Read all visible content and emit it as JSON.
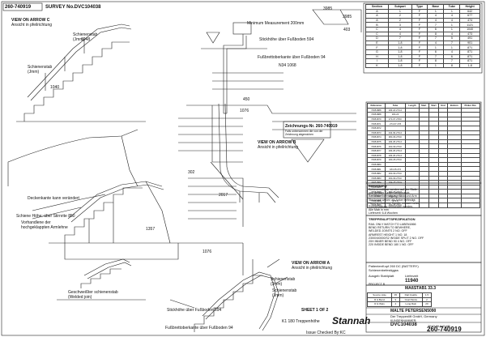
{
  "header": {
    "doc_number": "260-740919",
    "survey": "SURVEY No.DVC104038",
    "dim_a": "3985",
    "dim_b": "3985",
    "dim_c": "403"
  },
  "views": {
    "arrow_c": [
      "VIEW ON ARROW C",
      "Ansicht in pfeilrichtung"
    ],
    "arrow_b": [
      "VIEW ON ARROW B",
      "Ansicht in pfeilrichtung"
    ],
    "arrow_a": [
      "VIEW ON ARROW A",
      "Ansicht in pfeilrichtung"
    ]
  },
  "labels": {
    "min_measure": "Minimum Measurement 200mm",
    "stickhohe": "Stickhöhe über Fußboden 594",
    "fussbrett": "Fußbrettoberkante über Fußboden 94",
    "n34": "N34 1068",
    "schienenstab_1": "Schienenstab (Jmm)",
    "schienenstab_2": "Schienenstab (Jmm)",
    "dachsenkant": "Deckenkante kann verändert",
    "schiene_hohe": "Schiene Höhe: über Stirnrite 850",
    "vorhandlene": "Vorhandlene der hochgeklappten Armlehne",
    "geschweisst": "Geschweißter schienenstab (Welded join)",
    "schienenstab_3": "Schienenstab (Jmm)",
    "schienenstab_4": "Schienenstab (Jmm)",
    "stickhohe_bottom": "Stickhöhe über Fußboden 594",
    "fussbrett_bottom": "Fußbrettoberkante über Fußboden 94",
    "k1_trepp": "K1 180 Treppenhöhe",
    "zeichnungs": "Zeichnungs-Nr. 260-740919",
    "falls_info": "Falls unbenommen die von der Zeichnung abgewichen",
    "sheet": "SHEET 1 OF 2",
    "issue_checked": "Issue Checked By:KC"
  },
  "top_table": {
    "headers": [
      "Section",
      "Subpart",
      "Type",
      "Base",
      "Tube",
      "Height"
    ],
    "rows": [
      [
        "A",
        "1",
        "F",
        "1",
        "1",
        "642"
      ],
      [
        "A",
        "2",
        "F",
        "4",
        "4",
        "677"
      ],
      [
        "A",
        "2",
        "F",
        "4",
        "4",
        "474"
      ],
      [
        "B",
        "3",
        "F",
        "7",
        "1",
        "1121"
      ],
      [
        "C",
        "4",
        "F",
        "6",
        "1",
        "1040"
      ],
      [
        "C",
        "4",
        "F",
        "8",
        "4",
        "473"
      ],
      [
        "D",
        "7",
        "F",
        "7",
        "5",
        "491"
      ],
      [
        "E",
        "1-8",
        "F",
        "4",
        "7",
        "901"
      ],
      [
        "F",
        "1-8",
        "F",
        "1",
        "1",
        "871"
      ],
      [
        "G",
        "1-8",
        "F",
        "6",
        "4",
        "871"
      ],
      [
        "H",
        "1-8",
        "F",
        "7",
        "6",
        "871"
      ],
      [
        "I",
        "1-8",
        "F",
        "8",
        "7",
        "871"
      ],
      [
        "K",
        "1-8",
        "F",
        "1",
        "8",
        "1-8"
      ]
    ]
  },
  "mid_table": {
    "headers": [
      "Reference",
      "Tube",
      "Length",
      "Start",
      "Start",
      "End",
      "Bottom",
      "Pinker Rot."
    ],
    "rows": [
      [
        "74951888",
        "184.24.273-F",
        "",
        "",
        "",
        "",
        "",
        ""
      ],
      [
        "74951888",
        "184.24",
        "",
        "",
        "",
        "",
        "",
        ""
      ],
      [
        "74951870",
        "274.07.278.F",
        "",
        "",
        "",
        "",
        "",
        ""
      ],
      [
        "74951871",
        "274.07.278",
        "",
        "",
        "",
        "",
        "",
        ""
      ],
      [
        "74951872",
        "",
        "",
        "",
        "",
        "",
        "",
        ""
      ],
      [
        "74951873",
        "294.09.279-F",
        "",
        "",
        "",
        "",
        "",
        ""
      ],
      [
        "74951874",
        "384.06.279.F",
        "",
        "",
        "",
        "",
        "",
        ""
      ],
      [
        "74951875",
        "184.25.276-F",
        "",
        "",
        "",
        "",
        "",
        ""
      ],
      [
        "74951876",
        "294.09.279.F",
        "",
        "",
        "",
        "",
        "",
        ""
      ],
      [
        "74951877",
        "184.25.276-F",
        "",
        "",
        "",
        "",
        "",
        ""
      ],
      [
        "74951878",
        "184.25.276-F",
        "",
        "",
        "",
        "",
        "",
        ""
      ],
      [
        "74951879",
        "184.25.276.F",
        "",
        "",
        "",
        "",
        "",
        ""
      ],
      [
        "74951880",
        "",
        "",
        "",
        "",
        "",
        "",
        ""
      ],
      [
        "74951881",
        "184.25.272",
        "",
        "",
        "",
        "",
        "",
        ""
      ],
      [
        "74951882",
        "294.09.279.F",
        "",
        "",
        "",
        "",
        "",
        ""
      ],
      [
        "74951883",
        "294.09.279.F",
        "",
        "",
        "",
        "",
        "",
        ""
      ],
      [
        "74951884",
        "184.25.276.F",
        "",
        "",
        "",
        "",
        "",
        ""
      ],
      [
        "74951885",
        "",
        "",
        "",
        "",
        "",
        "",
        ""
      ],
      [
        "74951886",
        "184.25.276.F",
        "",
        "",
        "",
        "",
        "",
        ""
      ],
      [
        "74951887",
        "184.25.276.F",
        "",
        "",
        "",
        "",
        "",
        ""
      ],
      [
        "74951888",
        "274.0",
        "",
        "",
        "",
        "",
        "",
        ""
      ],
      [
        "74951889",
        "184.25.276.F",
        "",
        "",
        "",
        "",
        "",
        ""
      ]
    ]
  },
  "notes": {
    "title": "Bemerkung:",
    "lines": [
      "Schienenstösse werden auf der Stufe",
      "und gerader Seiten verschraubt.",
      "Bei Winkelbefestigung: Stick und Arm",
      "Steckstab wirken als Anker befestigt.",
      "Hand an Antenne Kanäle müssen unter",
      "Rohrbelastung verbunden werden.",
      "Alle Mab in mm",
      "Lieferzeit: 6-8 Wochen"
    ]
  },
  "spec": {
    "title": "TREPPENLIFTSPEZIFIKATION",
    "lines": [
      "RAIL ONLY MATCH TO LABEN1866",
      "BEND RETURN TO BEWHERE,",
      "WELDED JOINTS 2 NO. OFF",
      "ARMREST HEIGHT 1 NO. 18",
      "2300X40000/S2 INSIDE SPLIT 2 NO. OFF",
      "20H INNER BEND 90 4 NO. OFF",
      "220 INSIDE BEND 180 1 NO. OFF"
    ]
  },
  "title_block": {
    "patient": "PatientenKopf 260 DC (BATTERY)",
    "scheiben": "Schienenbefestiggss",
    "aussteller_label": "Ausgeb Stahlplatt",
    "lieferzeit_label": "Lieferzeit",
    "lieferzeit": "11940",
    "project_label": "PROJECT B",
    "massstab": "MAßSTAB1 33.3",
    "customer": "MALTE PETERSEN5090",
    "company": "Der Treppenlift GmbH, Germany",
    "kunden_label": "KUNDENNUMMER:",
    "kunden": "DVC104038",
    "drawing_label": "ZEICHNUNG NR.",
    "drawing_no": "260-740919",
    "brand": "Stannah",
    "rows": [
      [
        "Source Hole",
        "45",
        "Rail Quality",
        "1.5"
      ],
      [
        "R & Bend",
        "9",
        "Oval Paints",
        "2"
      ],
      [
        "R & Wels",
        "4",
        "Long Rain",
        "20"
      ]
    ]
  },
  "dims": {
    "d1": "1048",
    "d2": "1040",
    "d3": "450",
    "d4": "1076",
    "d5": "302",
    "d6": "1357",
    "d7": "2017",
    "d8": "1076"
  }
}
